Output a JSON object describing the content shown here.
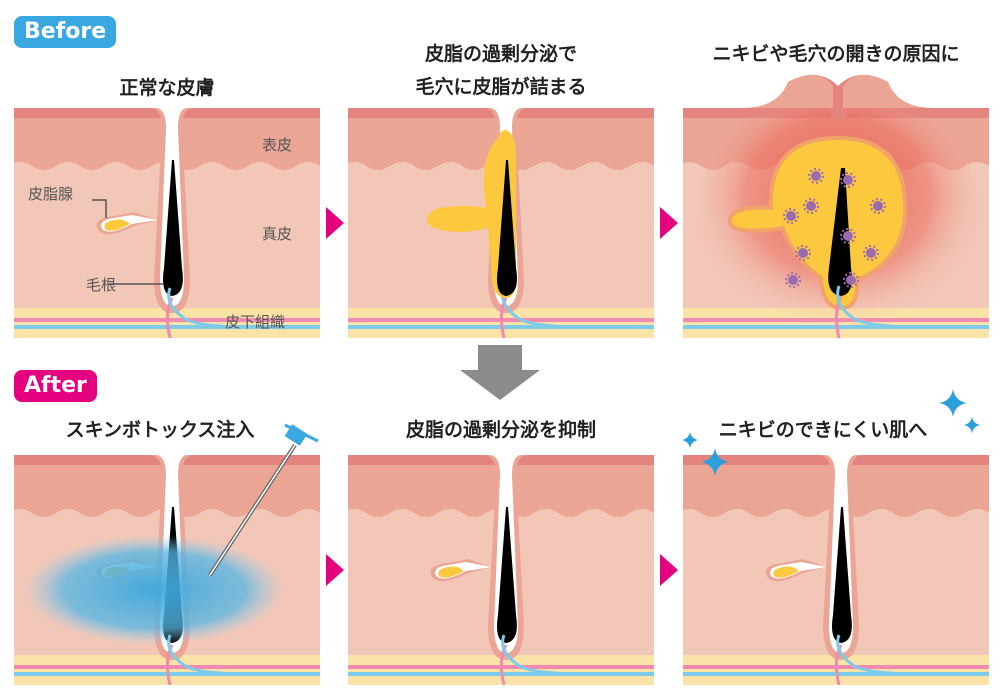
{
  "before": {
    "badge": "Before",
    "panels": [
      {
        "title": "正常な皮膚"
      },
      {
        "title_line1": "皮脂の過剰分泌で",
        "title_line2": "毛穴に皮脂が詰まる"
      },
      {
        "title": "ニキビや毛穴の開きの原因に"
      }
    ],
    "labels": {
      "epidermis": "表皮",
      "dermis": "真皮",
      "sebaceous_gland": "皮脂腺",
      "hair_root": "毛根",
      "subcutaneous": "皮下組織"
    }
  },
  "after": {
    "badge": "After",
    "panels": [
      {
        "title": "スキンボトックス注入"
      },
      {
        "title": "皮脂の過剰分泌を抑制"
      },
      {
        "title": "ニキビのできにくい肌へ"
      }
    ]
  },
  "colors": {
    "before": "#3aa8e0",
    "after": "#e4007f",
    "arrow": "#e4007f",
    "sebum": "#fcc93e",
    "injection": "#4fb4e3"
  }
}
